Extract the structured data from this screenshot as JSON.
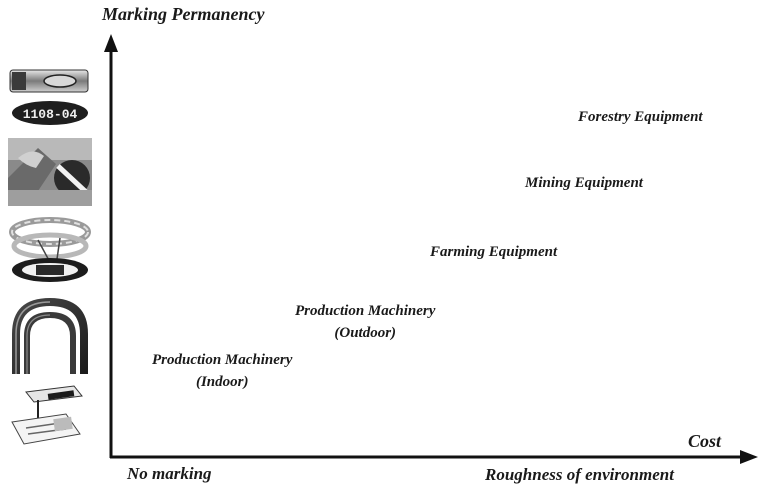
{
  "axes": {
    "y_title": "Marking Permanency",
    "x_title": "Roughness of environment",
    "x_end_label": "Cost",
    "origin_label": "No marking"
  },
  "categories": [
    {
      "line1": "Production Machinery",
      "line2": "(Indoor)"
    },
    {
      "line1": "Production Machinery",
      "line2": "(Outdoor)"
    },
    {
      "line1": "Farming Equipment"
    },
    {
      "line1": "Mining  Equipment"
    },
    {
      "line1": "Forestry Equipment"
    }
  ],
  "plate_text": "1108-04",
  "thumbnails": [
    {
      "icon": "metal-tag-plate-photo"
    },
    {
      "icon": "worker-marking-photo"
    },
    {
      "icon": "ring-marking-photo"
    },
    {
      "icon": "pipe-coil-photo"
    },
    {
      "icon": "paper-label-photo"
    }
  ]
}
